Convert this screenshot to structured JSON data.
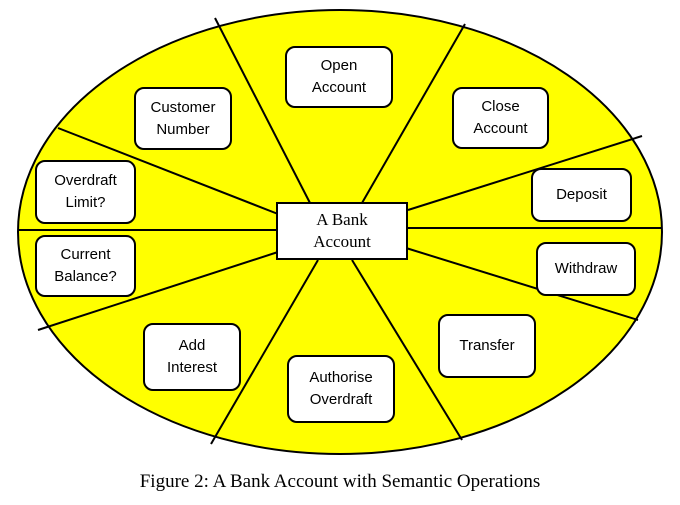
{
  "diagram": {
    "fill_color": "#ffff00",
    "center_label": "A Bank\nAccount",
    "operations": [
      {
        "key": "open",
        "label": "Open\nAccount"
      },
      {
        "key": "close",
        "label": "Close\nAccount"
      },
      {
        "key": "deposit",
        "label": "Deposit"
      },
      {
        "key": "withdraw",
        "label": "Withdraw"
      },
      {
        "key": "transfer",
        "label": "Transfer"
      },
      {
        "key": "authorise",
        "label": "Authorise\nOverdraft"
      },
      {
        "key": "add_interest",
        "label": "Add\nInterest"
      },
      {
        "key": "current_balance",
        "label": "Current\nBalance?"
      },
      {
        "key": "overdraft_limit",
        "label": "Overdraft\nLimit?"
      },
      {
        "key": "customer_number",
        "label": "Customer\nNumber"
      }
    ]
  },
  "caption": "Figure 2:  A Bank Account with Semantic Operations"
}
